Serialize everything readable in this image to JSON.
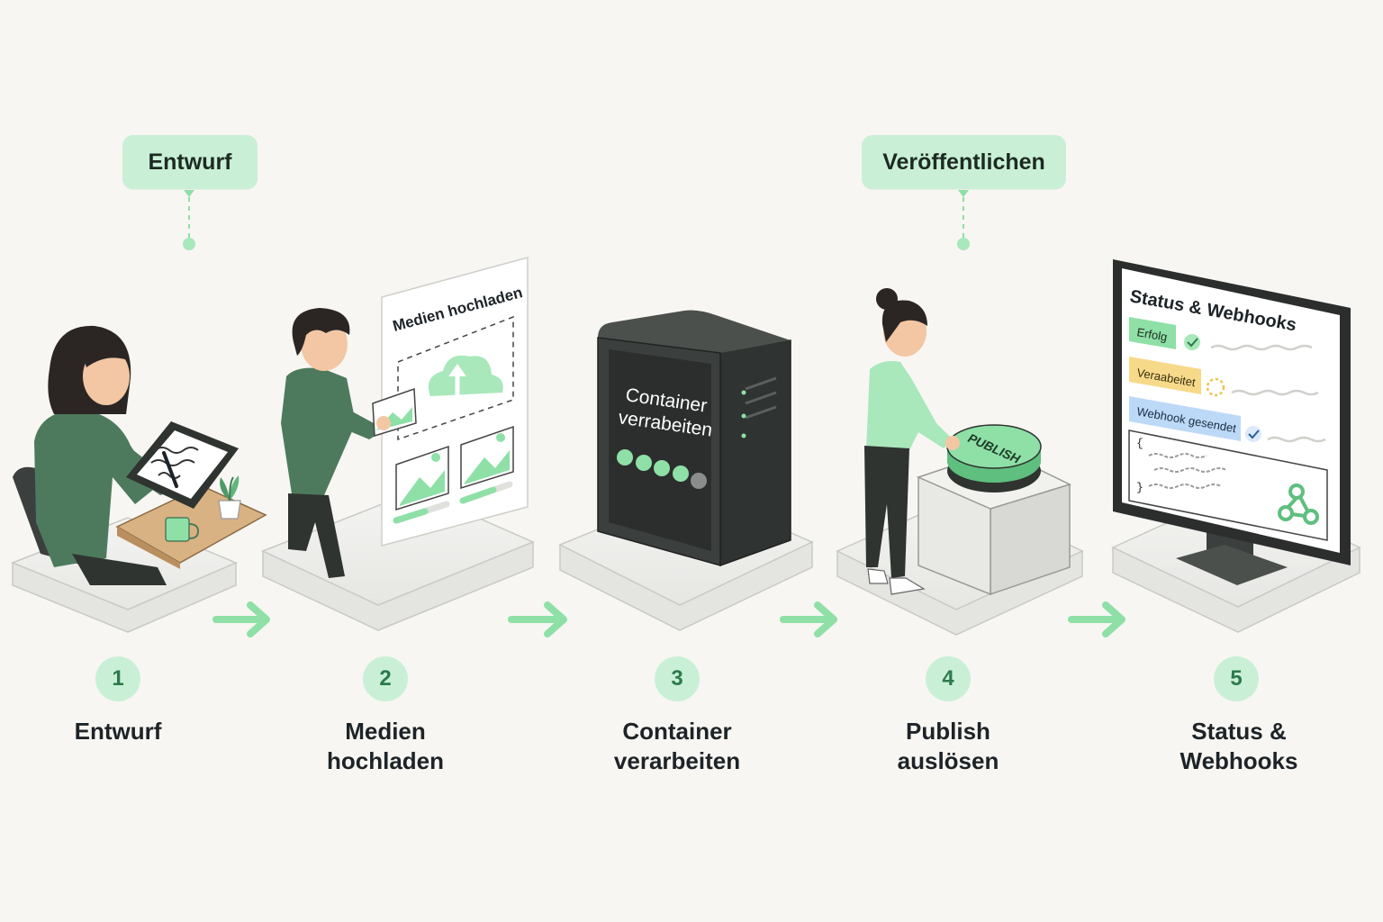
{
  "phases": [
    {
      "label": "Entwurf"
    },
    {
      "label": "Veröffentlichen"
    }
  ],
  "steps": [
    {
      "number": "1",
      "label_line1": "Entwurf",
      "label_line2": ""
    },
    {
      "number": "2",
      "label_line1": "Medien",
      "label_line2": "hochladen"
    },
    {
      "number": "3",
      "label_line1": "Container",
      "label_line2": "verarbeiten"
    },
    {
      "number": "4",
      "label_line1": "Publish",
      "label_line2": "auslösen"
    },
    {
      "number": "5",
      "label_line1": "Status &",
      "label_line2": "Webhooks"
    }
  ],
  "upload_panel": {
    "title": "Medien hochladen"
  },
  "server": {
    "line1": "Container",
    "line2": "verrabeiten"
  },
  "publish_button": {
    "label": "PUBLISH"
  },
  "monitor": {
    "title": "Status & Webhooks",
    "badges": [
      {
        "label": "Erfolg",
        "color": "#8ee0a6"
      },
      {
        "label": "Veraabeitet",
        "color": "#f7d98a"
      },
      {
        "label": "Webhook gesendet",
        "color": "#bcd9f7"
      }
    ],
    "code_open": "{",
    "code_close": "}"
  },
  "colors": {
    "accent": "#8ee0a6",
    "accent_light": "#c9f0d6",
    "accent_text": "#2c7a4c",
    "dark": "#3b3f3d",
    "background": "#f7f6f2"
  },
  "icons": [
    "arrow-right-icon",
    "cloud-upload-icon",
    "image-icon",
    "check-icon",
    "webhook-icon",
    "pen-icon",
    "plant-icon",
    "mug-icon"
  ]
}
